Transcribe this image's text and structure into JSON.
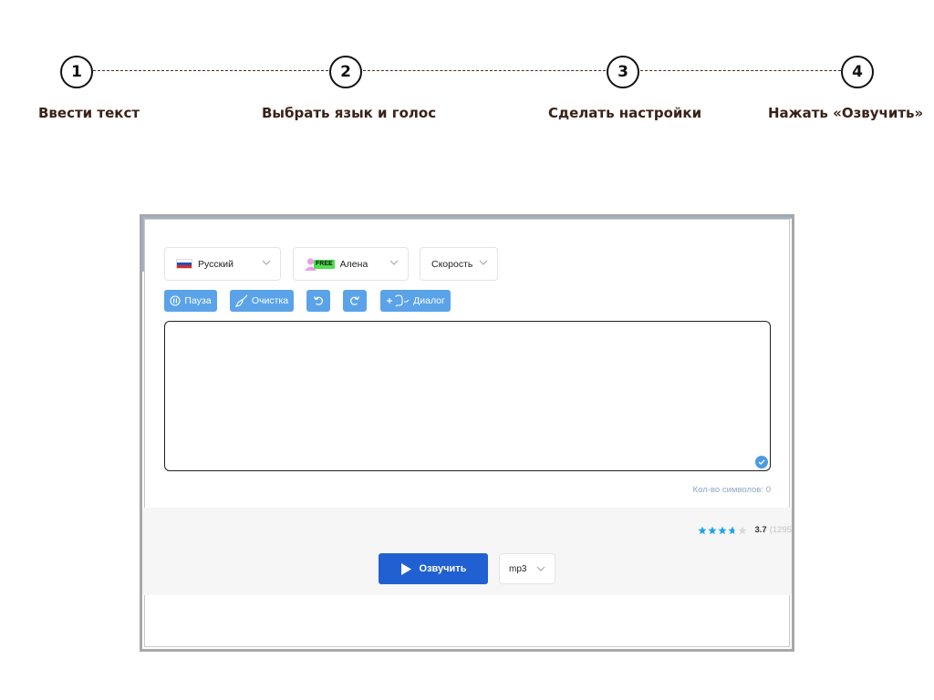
{
  "steps": [
    {
      "number": "1",
      "label": "Ввести текст"
    },
    {
      "number": "2",
      "label": "Выбрать язык и голос"
    },
    {
      "number": "3",
      "label": "Сделать настройки"
    },
    {
      "number": "4",
      "label": "Нажать «Озвучить»"
    }
  ],
  "toolbar": {
    "language": {
      "selected": "Русский",
      "icon": "russian-flag-icon"
    },
    "voice": {
      "selected": "Алена",
      "badge": "FREE",
      "icon": "female-avatar-icon"
    },
    "speed": {
      "selected": "Скорость"
    },
    "buttons": {
      "pause": "Пауза",
      "clear": "Очистка",
      "dialog": "Диалог"
    }
  },
  "editor": {
    "value": "",
    "char_count": "Кол-во символов: 0"
  },
  "rating": {
    "value": "3.7",
    "count": "(1295",
    "stars": 3.7,
    "star_color": "#1ea5e8"
  },
  "actions": {
    "speak": "Озвучить",
    "format": "mp3"
  },
  "colors": {
    "accent": "#2160d1",
    "toolbar_button": "#5aa3e8",
    "step_text": "#3a2216"
  }
}
